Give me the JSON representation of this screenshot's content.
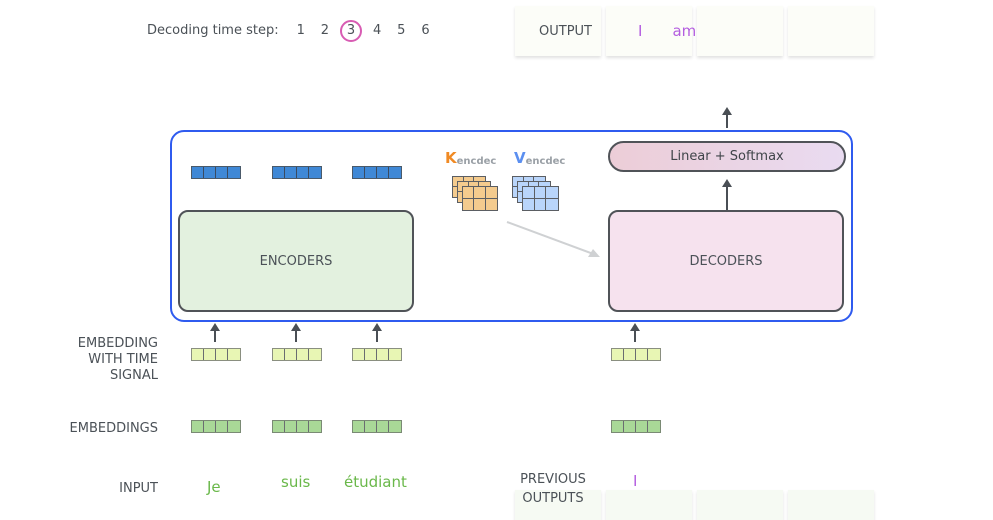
{
  "timestep": {
    "label": "Decoding time step:",
    "steps": [
      "1",
      "2",
      "3",
      "4",
      "5",
      "6"
    ],
    "active_step": "3"
  },
  "output": {
    "label": "OUTPUT",
    "words": [
      "I",
      "am"
    ]
  },
  "previous_outputs": {
    "label_line1": "PREVIOUS",
    "label_line2": "OUTPUTS",
    "words": [
      "I"
    ]
  },
  "encoder": {
    "label": "ENCODERS"
  },
  "decoder": {
    "label": "DECODERS",
    "linear_softmax": "Linear + Softmax"
  },
  "kv": {
    "k_letter": "K",
    "k_sub": "encdec",
    "v_letter": "V",
    "v_sub": "encdec"
  },
  "rows": {
    "embedding_time_line1": "EMBEDDING",
    "embedding_time_line2": "WITH TIME",
    "embedding_time_line3": "SIGNAL",
    "embeddings": "EMBEDDINGS",
    "input": "INPUT"
  },
  "input_words": [
    "Je",
    "suis",
    "étudiant"
  ],
  "colors": {
    "container_border": "#2f5bef",
    "encoder_fill": "#e3f1df",
    "decoder_fill": "#f6e2ee",
    "active_step_ring": "#d85cb3",
    "output_word": "#b45ee0",
    "input_word": "#6ab84a",
    "k_color": "#f08a24",
    "v_color": "#5b8ff0"
  }
}
